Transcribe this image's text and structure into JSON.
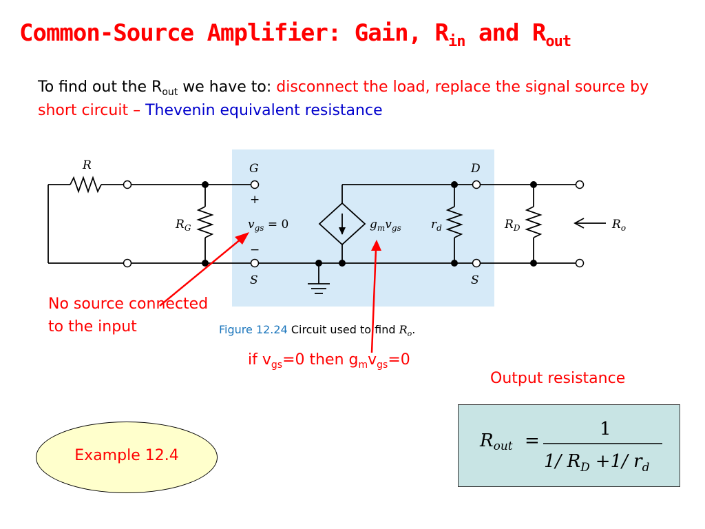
{
  "slide": {
    "title_main": "Common-Source Amplifier: Gain, R",
    "title_sub_in": "in",
    "title_and": " and R",
    "title_sub_out": "out"
  },
  "intro": {
    "part1": "To find out the R",
    "sub_out": "out",
    "part2": " we have to: ",
    "red_text": "disconnect the load, replace the signal source by short circuit – ",
    "blue_text": "Thevenin equivalent resistance"
  },
  "circuit": {
    "label_R": "R",
    "label_G": "G",
    "label_D": "D",
    "label_S_left": "S",
    "label_S_right": "S",
    "label_plus": "+",
    "label_minus": "−",
    "label_RG_main": "R",
    "label_RG_sub": "G",
    "label_vgs_main": "v",
    "label_vgs_sub": "gs",
    "label_vgs_eq": " = 0",
    "label_gm_main": "g",
    "label_gm_sub": "m",
    "label_gm_v": "v",
    "label_gm_vsub": "gs",
    "label_rd_main": "r",
    "label_rd_sub": "d",
    "label_RD_main": "R",
    "label_RD_sub": "D",
    "label_Ro_main": "R",
    "label_Ro_sub": "o",
    "caption_figure": "Figure 12.24",
    "caption_text": "  Circuit used to find ",
    "caption_R": "R",
    "caption_sub": "o",
    "caption_end": ".",
    "colors": {
      "highlight": "#d6eaf8",
      "wire": "#000000",
      "arrow": "#ff0000",
      "figure_label": "#1a75bc"
    }
  },
  "notes": {
    "no_source": "No source connected to the input",
    "if_part": "if v",
    "if_sub1": "gs",
    "if_mid": "=0 then g",
    "if_sub2": "m",
    "if_v": "v",
    "if_sub3": "gs",
    "if_end": "=0"
  },
  "output": {
    "label": "Output resistance",
    "formula_lhs_main": "R",
    "formula_lhs_sub": "out",
    "formula_eq": "=",
    "formula_num": "1",
    "formula_den_1": "1/ R",
    "formula_den_sub1": "D",
    "formula_den_2": "+1/ r",
    "formula_den_sub2": "d"
  },
  "example": {
    "label": "Example 12.4"
  }
}
